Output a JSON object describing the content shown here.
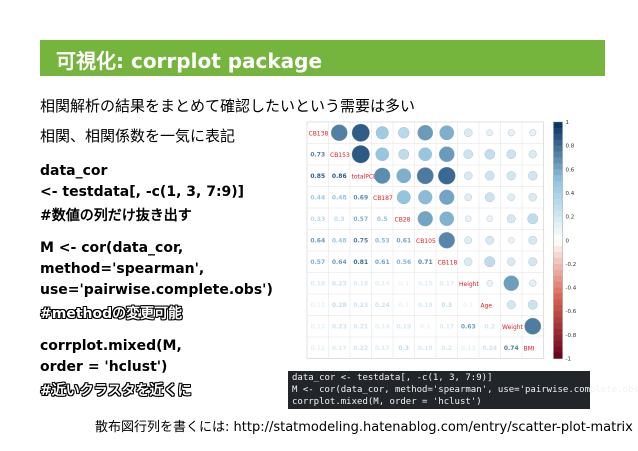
{
  "title": "可視化: corrplot package",
  "intro_lines": [
    "相関解析の結果をまとめて確認したいという需要は多い",
    "相関、相関係数を一気に表記"
  ],
  "code_comments": [
    "data_cor",
    "<- testdata[, -c(1, 3, 7:9)]",
    "#数値の列だけ抜き出す",
    "M <- cor(data_cor,",
    "method='spearman',",
    "use='pairwise.complete.obs')",
    "#methodの変更可能",
    "corrplot.mixed(M,",
    "order = 'hclust')",
    "#近いクラスタを近くに"
  ],
  "code_screenshot": {
    "line1": "data_cor <- testdata[, -c(1, 3, 7:9)]",
    "line2": "M <- cor(data_cor, method='spearman', use='pairwise.complete.obs')",
    "line3": "corrplot.mixed(M, order = 'hclust')"
  },
  "footer": "散布図行列を書くには: http://statmodeling.hatenablog.com/entry/scatter-plot-matrix",
  "chart_data": {
    "type": "heatmap",
    "variables": [
      "CB138",
      "CB153",
      "totalPCB",
      "CB187",
      "CB28",
      "CB105",
      "CB118",
      "Height",
      "Age",
      "Weight",
      "BMI"
    ],
    "values": [
      [
        1,
        null,
        null,
        null,
        null,
        null,
        null,
        null,
        null,
        null,
        null
      ],
      [
        0.73,
        1,
        null,
        null,
        null,
        null,
        null,
        null,
        null,
        null,
        null
      ],
      [
        0.85,
        0.86,
        1,
        null,
        null,
        null,
        null,
        null,
        null,
        null,
        null
      ],
      [
        0.44,
        0.48,
        0.69,
        1,
        null,
        null,
        null,
        null,
        null,
        null,
        null
      ],
      [
        0.33,
        0.3,
        0.57,
        0.5,
        1,
        null,
        null,
        null,
        null,
        null,
        null
      ],
      [
        0.64,
        0.48,
        0.75,
        0.53,
        0.61,
        1,
        null,
        null,
        null,
        null,
        null
      ],
      [
        0.57,
        0.64,
        0.81,
        0.61,
        0.56,
        0.71,
        1,
        null,
        null,
        null,
        null
      ],
      [
        0.18,
        0.23,
        0.18,
        0.14,
        0.1,
        0.15,
        0.17,
        1,
        null,
        null,
        null
      ],
      [
        0.11,
        0.28,
        0.23,
        0.24,
        0.1,
        0.19,
        0.3,
        0.1,
        1,
        null,
        null
      ],
      [
        0.12,
        0.23,
        0.21,
        0.14,
        0.19,
        0.1,
        0.17,
        0.63,
        0.2,
        1,
        null
      ],
      [
        0.12,
        0.17,
        0.22,
        0.17,
        0.3,
        0.19,
        0.2,
        0.13,
        0.24,
        0.74,
        1
      ]
    ],
    "upper": "circle",
    "lower": "number",
    "colorbar_ticks": [
      "1",
      "0.8",
      "0.6",
      "0.4",
      "0.2",
      "0",
      "-0.2",
      "-0.4",
      "-0.6",
      "-0.8",
      "-1"
    ],
    "colorbar_range": [
      -1,
      1
    ],
    "colors": {
      "positive": "#053061",
      "neutral": "#ffffff",
      "negative": "#67001f"
    }
  }
}
